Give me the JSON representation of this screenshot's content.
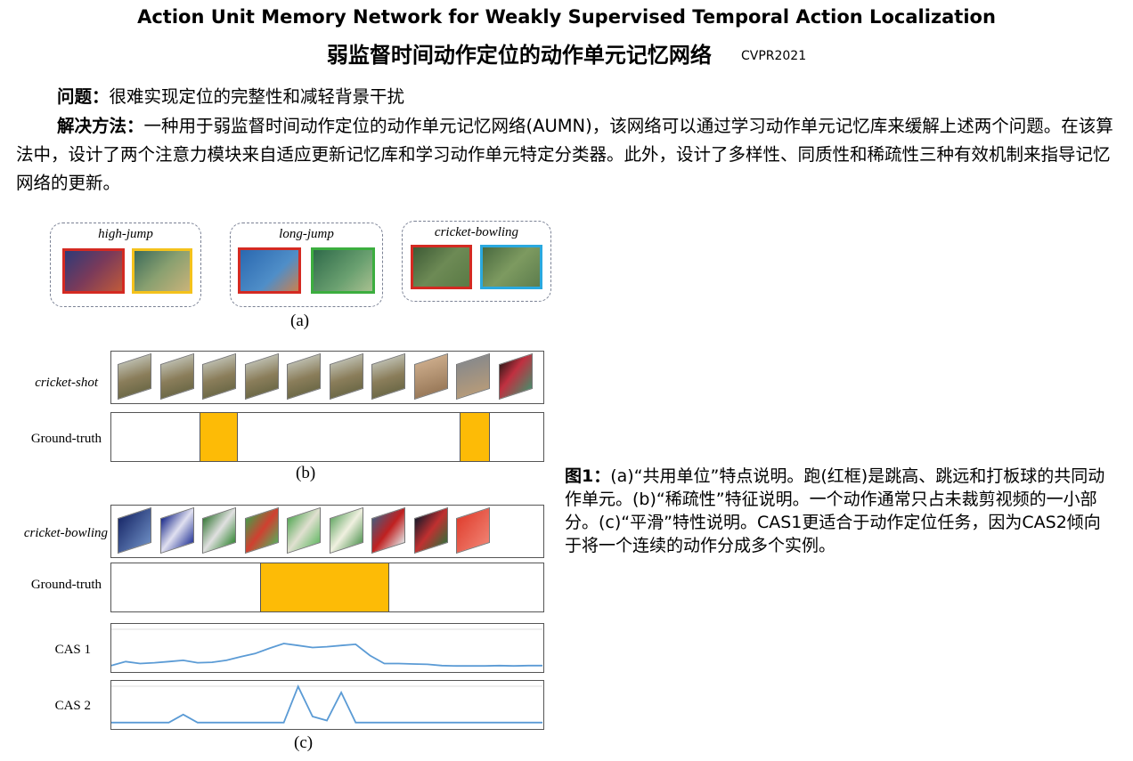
{
  "title_en": "Action Unit Memory Network for Weakly Supervised Temporal Action Localization",
  "title_zh": "弱监督时间动作定位的动作单元记忆网络",
  "venue": "CVPR2021",
  "problem_label": "问题：",
  "problem_text": "很难实现定位的完整性和减轻背景干扰",
  "method_label": "解决方法：",
  "method_text": "一种用于弱监督时间动作定位的动作单元记忆网络(AUMN)，该网络可以通过学习动作单元记忆库来缓解上述两个问题。在该算法中，设计了两个注意力模块来自适应更新记忆库和学习动作单元特定分类器。此外，设计了多样性、同质性和稀疏性三种有效机制来指导记忆网络的更新。",
  "figure": {
    "panel_a": {
      "groups": [
        {
          "label": "high-jump",
          "colors": [
            "#d42a22",
            "#f4c21c"
          ]
        },
        {
          "label": "long-jump",
          "colors": [
            "#d42a22",
            "#3cae3f"
          ]
        },
        {
          "label": "cricket-bowling",
          "colors": [
            "#d42a22",
            "#2aa9df"
          ]
        }
      ],
      "caption": "(a)"
    },
    "panel_b": {
      "video_label": "cricket-shot",
      "gt_label": "Ground-truth",
      "gt_segments": [
        [
          0.205,
          0.288
        ],
        [
          0.806,
          0.872
        ]
      ],
      "caption": "(b)"
    },
    "panel_c": {
      "video_label": "cricket-bowling",
      "gt_label": "Ground-truth",
      "gt_segments": [
        [
          0.345,
          0.64
        ]
      ],
      "cas1_label": "CAS 1",
      "cas2_label": "CAS 2",
      "cas1": [
        0.05,
        0.15,
        0.1,
        0.12,
        0.15,
        0.18,
        0.12,
        0.13,
        0.18,
        0.27,
        0.35,
        0.48,
        0.6,
        0.55,
        0.5,
        0.52,
        0.55,
        0.58,
        0.3,
        0.1,
        0.1,
        0.09,
        0.08,
        0.05,
        0.04,
        0.04,
        0.04,
        0.05,
        0.04,
        0.05,
        0.05
      ],
      "cas2": [
        0.05,
        0.05,
        0.05,
        0.05,
        0.05,
        0.25,
        0.05,
        0.05,
        0.05,
        0.05,
        0.05,
        0.05,
        0.05,
        0.95,
        0.2,
        0.1,
        0.8,
        0.05,
        0.05,
        0.05,
        0.05,
        0.05,
        0.05,
        0.05,
        0.05,
        0.05,
        0.05,
        0.05,
        0.05,
        0.05,
        0.05
      ],
      "caption": "(c)"
    },
    "caption_label": "图1：",
    "caption_text": "(a)“共用单位”特点说明。跑(红框)是跳高、跳远和打板球的共同动作单元。(b)“稀疏性”特征说明。一个动作通常只占未裁剪视频的一小部分。(c)“平滑”特性说明。CAS1更适合于动作定位任务，因为CAS2倾向于将一个连续的动作分成多个实例。"
  },
  "colors": {
    "gt_fill": "#fdbb06",
    "cas_line": "#5b9bd5"
  }
}
